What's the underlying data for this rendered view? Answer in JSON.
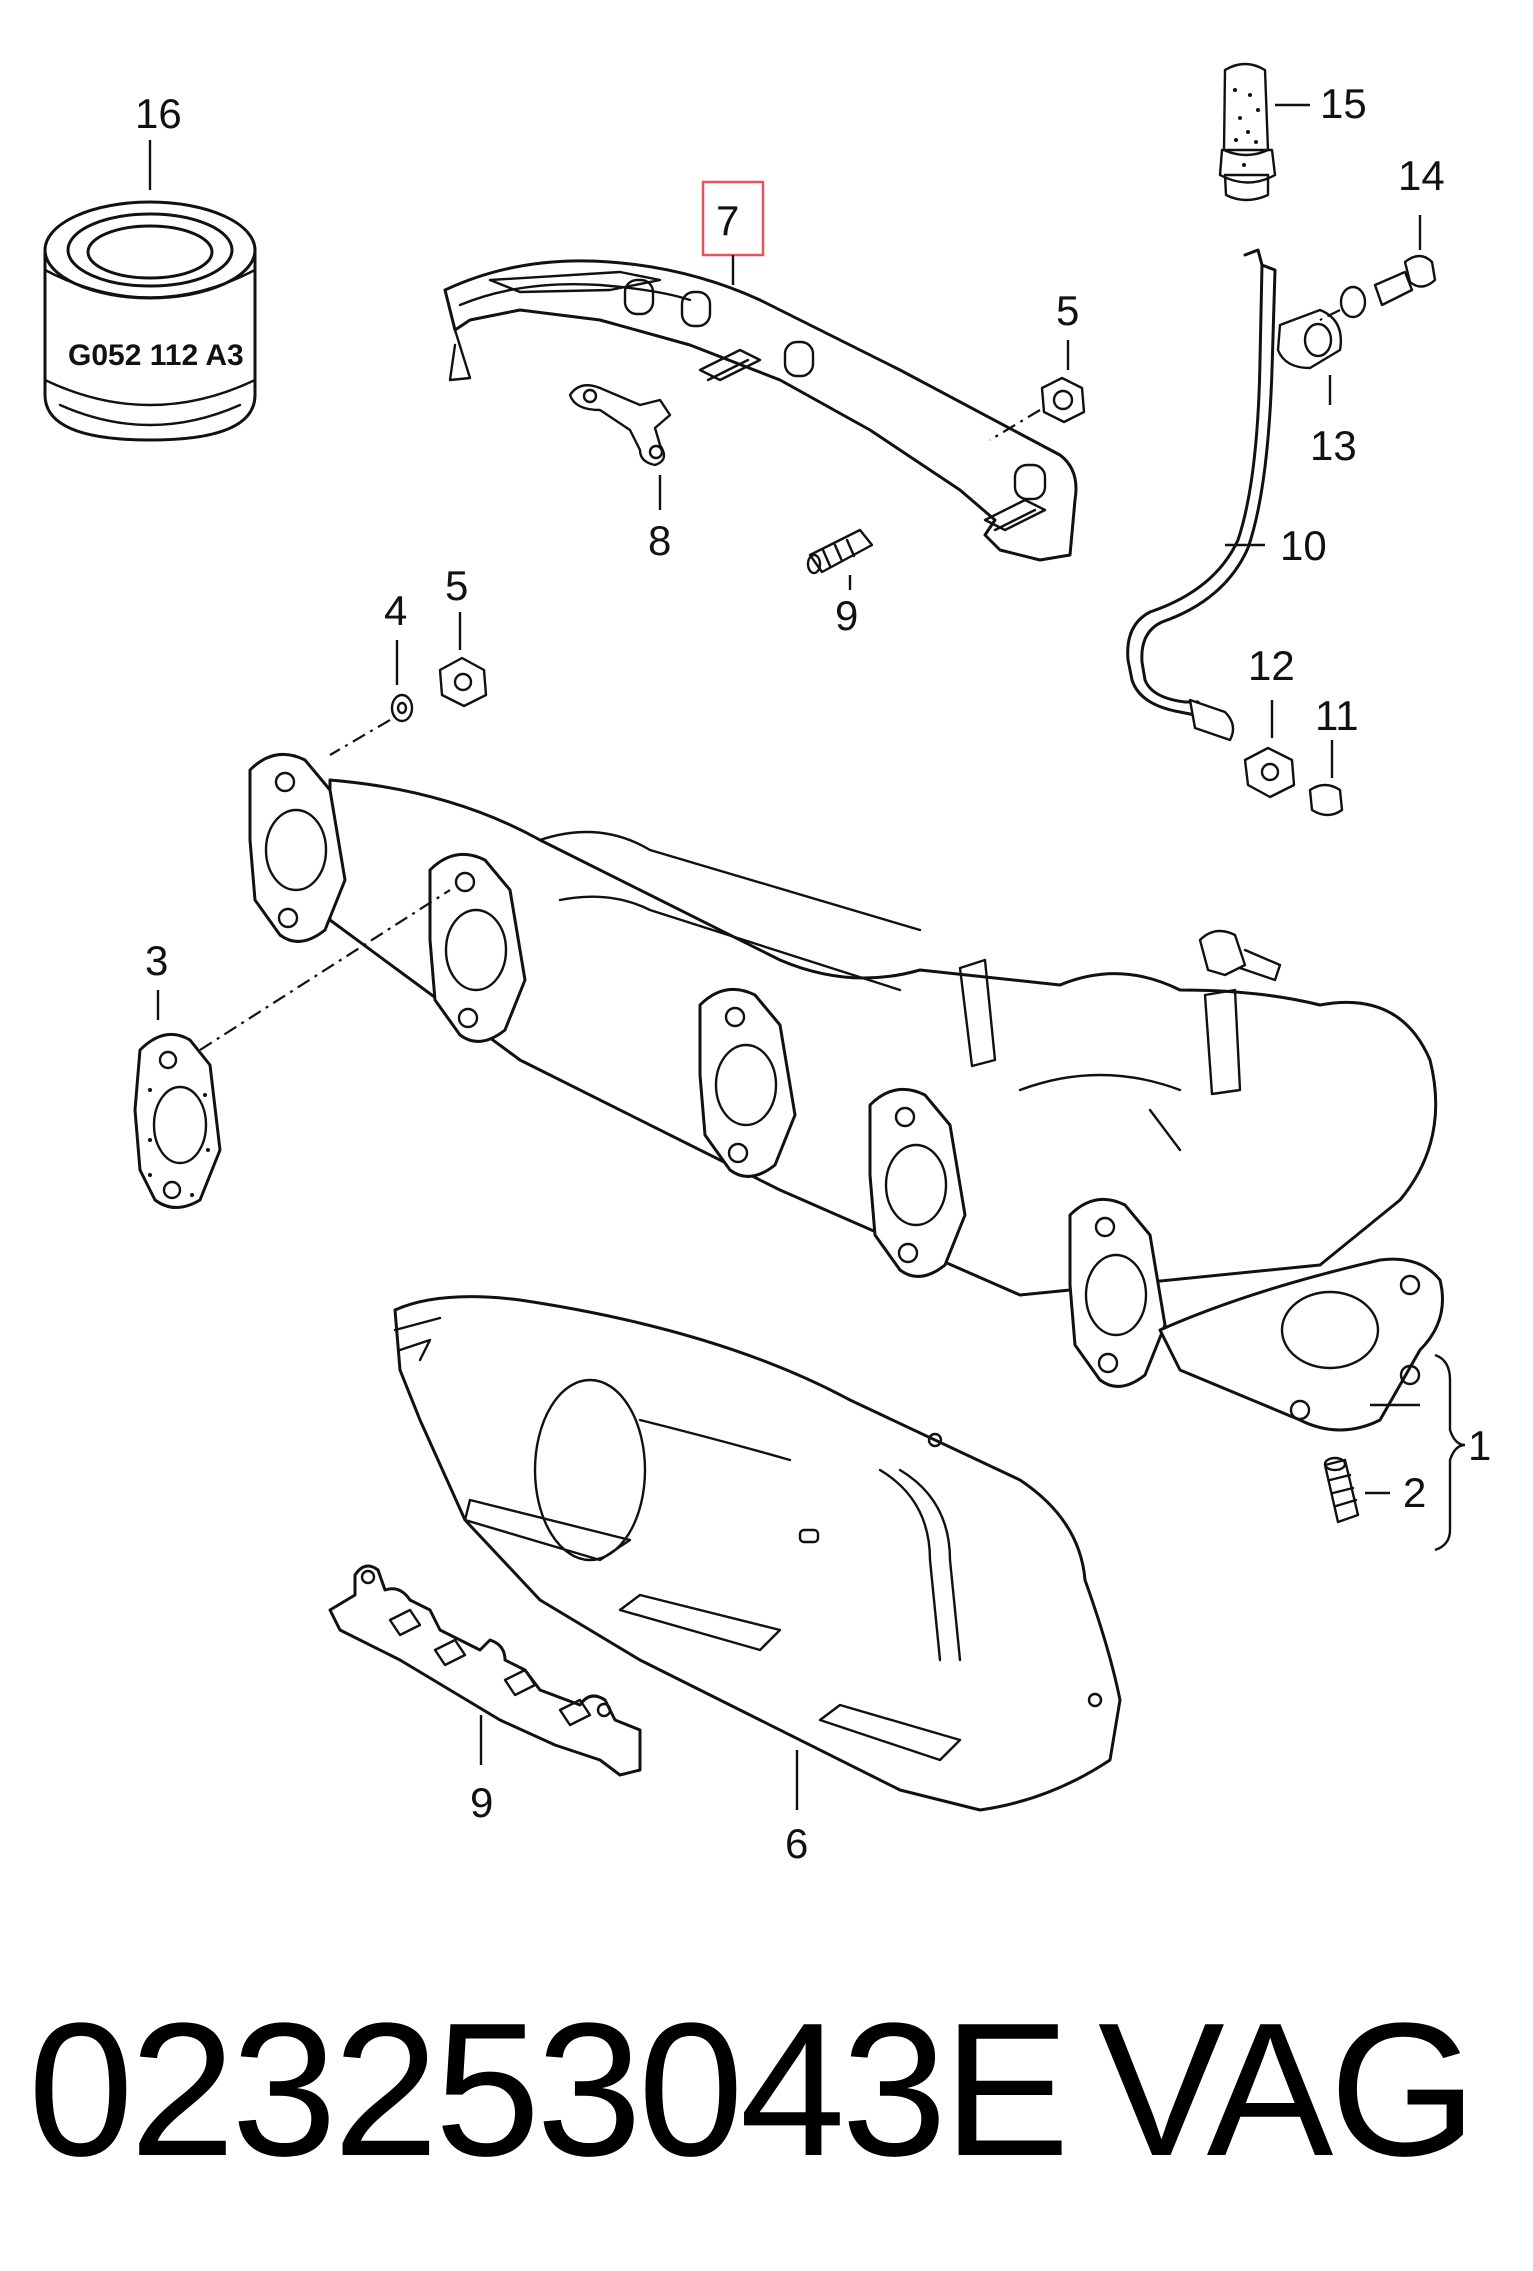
{
  "diagram": {
    "callouts": {
      "c1": "1",
      "c2": "2",
      "c3": "3",
      "c4": "4",
      "c5a": "5",
      "c5b": "5",
      "c6": "6",
      "c7": "7",
      "c8": "8",
      "c9a": "9",
      "c9b": "9",
      "c10": "10",
      "c11": "11",
      "c12": "12",
      "c13": "13",
      "c14": "14",
      "c15": "15",
      "c16": "16"
    },
    "filter_marking": "G052 112  A3",
    "highlight_color": "#e8545c"
  },
  "footer": {
    "part_number": "023253043E",
    "brand": "VAG"
  }
}
